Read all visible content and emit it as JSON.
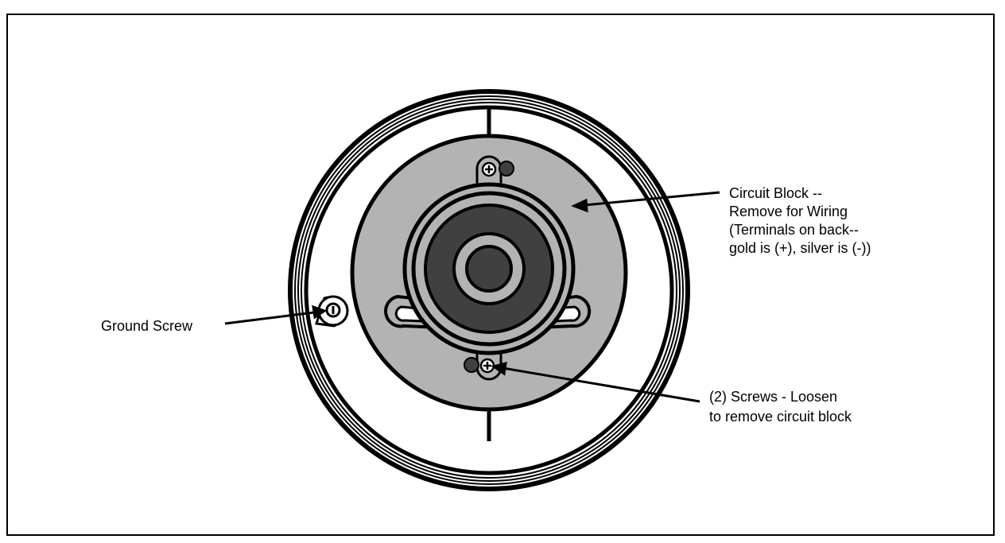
{
  "labels": {
    "ground_screw": "Ground Screw",
    "circuit_block": [
      "Circuit Block --",
      "Remove for Wiring",
      "(Terminals on back--",
      "gold is (+), silver is (-))"
    ],
    "screws": [
      "(2) Screws - Loosen",
      "to remove circuit block"
    ]
  },
  "colors": {
    "line": "#000000",
    "plate_gray": "#b3b3b3",
    "center_dark": "#404040",
    "background": "#ffffff"
  }
}
